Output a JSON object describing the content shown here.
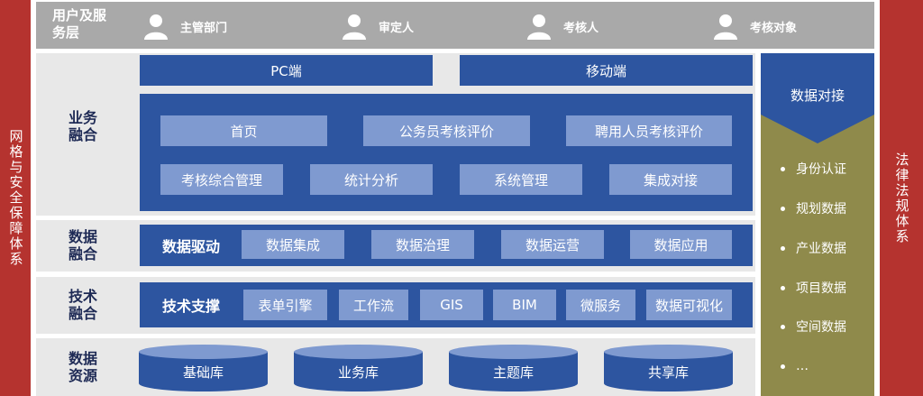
{
  "left_side": "网格与安全保障体系",
  "right_side": "法律法规体系",
  "service_layer": {
    "label": "用户及服务层",
    "users": [
      "主管部门",
      "审定人",
      "考核人",
      "考核对象"
    ]
  },
  "business": {
    "label": "业务融合",
    "pc": "PC端",
    "mobile": "移动端",
    "modules": [
      "首页",
      "公务员考核评价",
      "聘用人员考核评价",
      "考核综合管理",
      "统计分析",
      "系统管理",
      "集成对接"
    ]
  },
  "data_fusion": {
    "label": "数据融合",
    "lead": "数据驱动",
    "items": [
      "数据集成",
      "数据治理",
      "数据运营",
      "数据应用"
    ]
  },
  "tech_fusion": {
    "label": "技术融合",
    "lead": "技术支撑",
    "items": [
      "表单引擎",
      "工作流",
      "GIS",
      "BIM",
      "微服务",
      "数据可视化"
    ]
  },
  "data_resources": {
    "label": "数据资源",
    "dbs": [
      "基础库",
      "业务库",
      "主题库",
      "共享库"
    ]
  },
  "data_interface": {
    "title": "数据对接",
    "items": [
      "身份认证",
      "规划数据",
      "产业数据",
      "项目数据",
      "空间数据",
      "…"
    ]
  }
}
